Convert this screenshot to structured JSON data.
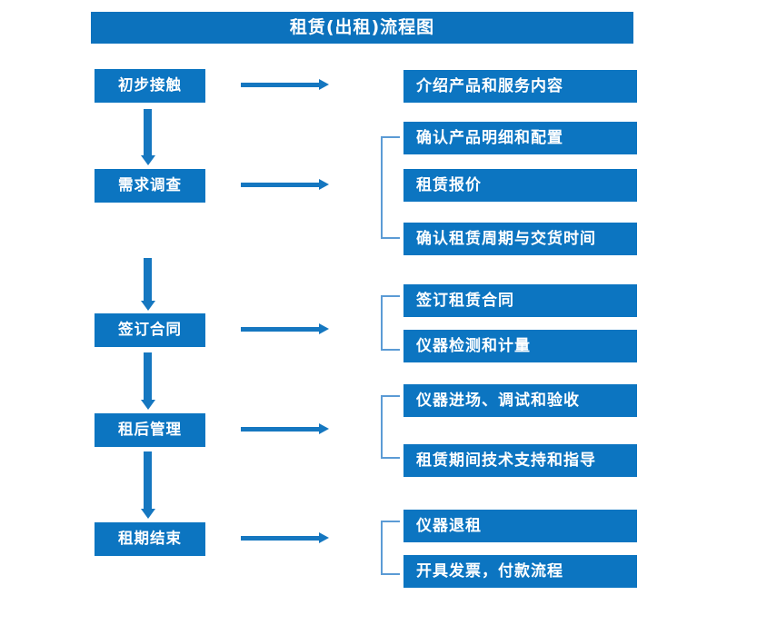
{
  "chart_title": "租赁(出租)流程图",
  "colors": {
    "box_fill": "#0c75c1",
    "title_fill": "#0c72bd",
    "arrow": "#1577c0",
    "bracket": "#5b9bd5",
    "text": "#ffffff",
    "background": "#ffffff"
  },
  "stages": [
    {
      "label": "初步接触"
    },
    {
      "label": "需求调查"
    },
    {
      "label": "签订合同"
    },
    {
      "label": "租后管理"
    },
    {
      "label": "租期结束"
    }
  ],
  "details": [
    {
      "label": "介绍产品和服务内容"
    },
    {
      "label": "确认产品明细和配置"
    },
    {
      "label": "租赁报价"
    },
    {
      "label": "确认租赁周期与交货时间"
    },
    {
      "label": "签订租赁合同"
    },
    {
      "label": "仪器检测和计量"
    },
    {
      "label": "仪器进场、调试和验收"
    },
    {
      "label": "租赁期间技术支持和指导"
    },
    {
      "label": "仪器退租"
    },
    {
      "label": "开具发票，付款流程"
    }
  ],
  "groups": [
    {
      "stage": "初步接触",
      "bracketed": false,
      "details": [
        "介绍产品和服务内容"
      ]
    },
    {
      "stage": "需求调查",
      "bracketed": true,
      "details": [
        "确认产品明细和配置",
        "租赁报价",
        "确认租赁周期与交货时间"
      ]
    },
    {
      "stage": "签订合同",
      "bracketed": true,
      "details": [
        "签订租赁合同",
        "仪器检测和计量"
      ]
    },
    {
      "stage": "租后管理",
      "bracketed": true,
      "details": [
        "仪器进场、调试和验收",
        "租赁期间技术支持和指导"
      ]
    },
    {
      "stage": "租期结束",
      "bracketed": true,
      "details": [
        "仪器退租",
        "开具发票，付款流程"
      ]
    }
  ]
}
